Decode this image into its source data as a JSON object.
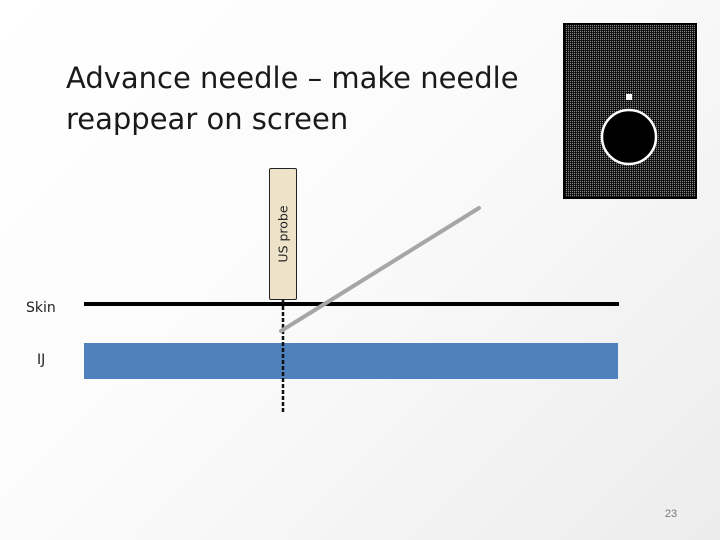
{
  "slide": {
    "title": "Advance needle – make needle\nreappear on screen",
    "page_number": "23"
  },
  "diagram": {
    "probe_label": "US probe",
    "skin_label": "Skin",
    "vessel_label": "IJ"
  },
  "colors": {
    "vessel": "#4f81bd",
    "probe": "#eee2c9",
    "needle": "#a6a6a6",
    "skin_line": "#000000",
    "screen_background": "#5a5a5a"
  }
}
